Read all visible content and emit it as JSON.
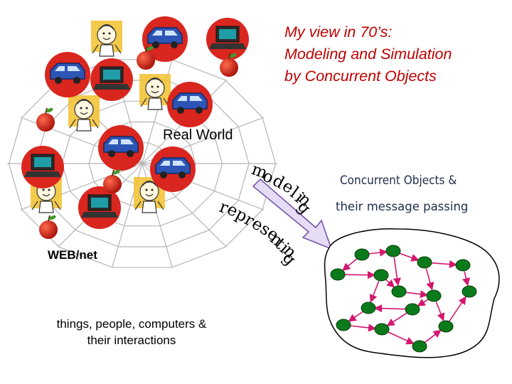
{
  "title": {
    "line1": "My view in 70’s:",
    "line2": "Modeling and Simulation",
    "line3": "by Concurrent Objects"
  },
  "real_world_label": "Real World",
  "web_label": "WEB/net",
  "caption": {
    "line1": "things, people, computers &",
    "line2": "their interactions"
  },
  "concurrent": {
    "line1": "Concurrent Objects &",
    "line2": "their message passing"
  },
  "arrow_text": {
    "modeling": "modeling",
    "representing": "representing"
  },
  "colors": {
    "title": "#c00000",
    "arrow_fill": "#e6dcf5",
    "arrow_stroke": "#6f4fa6",
    "node_fill": "#0b7a1a",
    "message_arrow": "#d3176e",
    "blob_stroke": "#000000",
    "computer_frame": "#d9261f",
    "car": "#2d55b5",
    "apple": "#c81b12",
    "person": "#f2c12e"
  },
  "icons": [
    "person-icon",
    "car-icon",
    "computer-icon",
    "apple-icon",
    "spider-web-icon"
  ]
}
